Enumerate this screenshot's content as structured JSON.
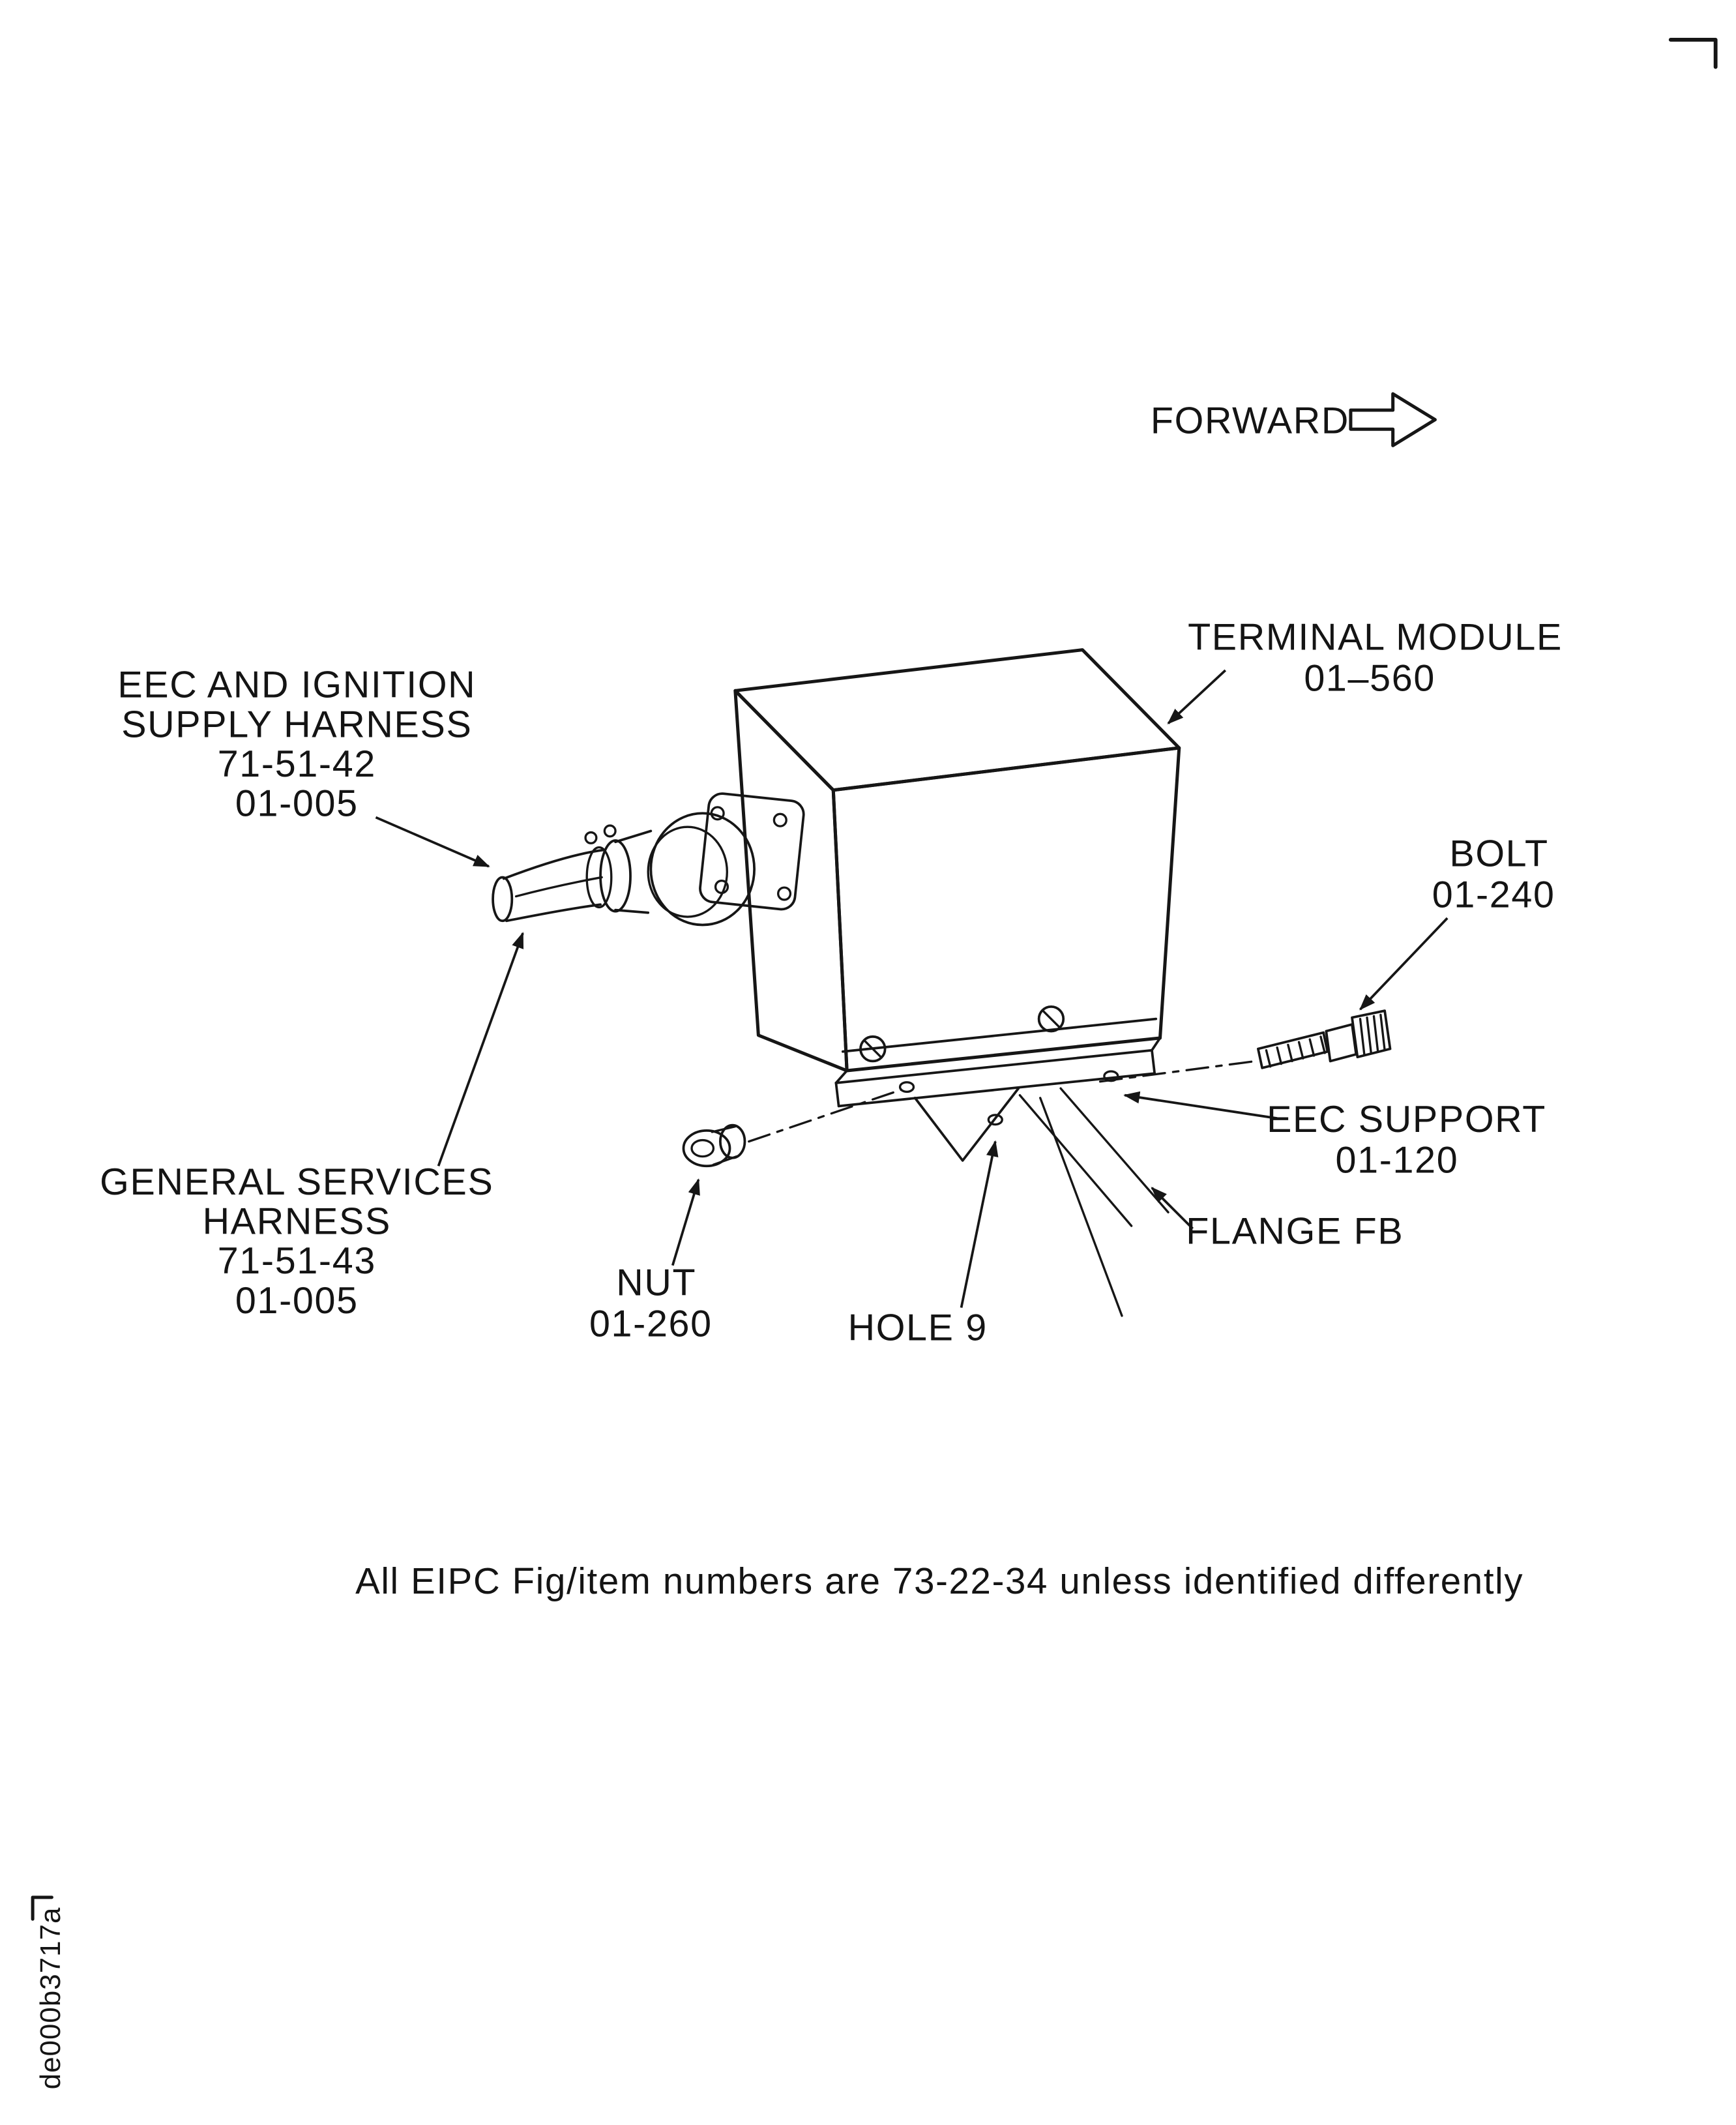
{
  "colors": {
    "ink": "#161616",
    "paper": "#ffffff"
  },
  "labels": {
    "forward": "FORWARD",
    "terminal_module": {
      "l1": "TERMINAL MODULE",
      "l2": "01–560"
    },
    "eec_ignition_harness": {
      "l1": "EEC AND IGNITION",
      "l2": "SUPPLY HARNESS",
      "l3": "71-51-42",
      "l4": "01-005"
    },
    "bolt": {
      "l1": "BOLT",
      "l2": "01-240"
    },
    "eec_support": {
      "l1": "EEC SUPPORT",
      "l2": "01-120"
    },
    "flange_fb": {
      "l1": "FLANGE FB"
    },
    "general_services_harness": {
      "l1": "GENERAL SERVICES",
      "l2": "HARNESS",
      "l3": "71-51-43",
      "l4": "01-005"
    },
    "nut": {
      "l1": "NUT",
      "l2": "01-260"
    },
    "hole_9": {
      "l1": "HOLE 9"
    }
  },
  "footer": {
    "note": "All EIPC Fig/item numbers are 73-22-34 unless identified differently"
  },
  "doc": {
    "code": "de000b3717a"
  },
  "icons": {
    "forward_arrow": "block-arrow-right",
    "corner_mark": "page-corner-registration-mark"
  }
}
